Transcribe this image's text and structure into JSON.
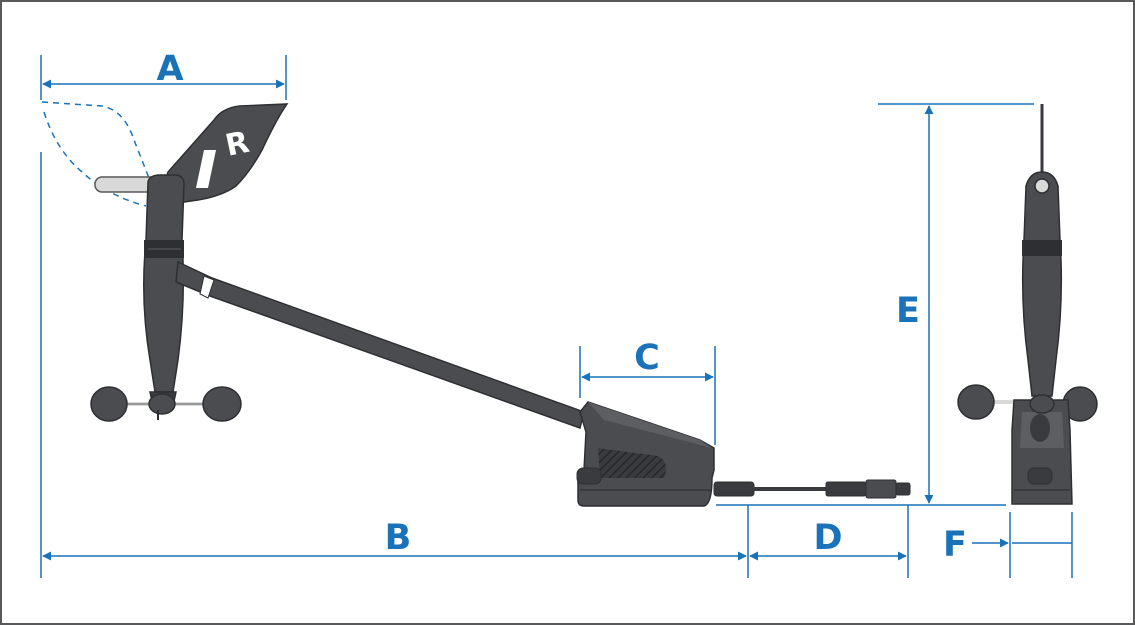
{
  "colors": {
    "dimension": "#1a72b8",
    "body": "#4b4c50",
    "body_dark": "#2e2f33",
    "body_mid": "#5d5e62",
    "highlight": "#d9d9d9",
    "frame": "#58595b"
  },
  "labels": {
    "A": "A",
    "B": "B",
    "C": "C",
    "D": "D",
    "E": "E",
    "F": "F"
  },
  "vane_logo_glyph": "R"
}
